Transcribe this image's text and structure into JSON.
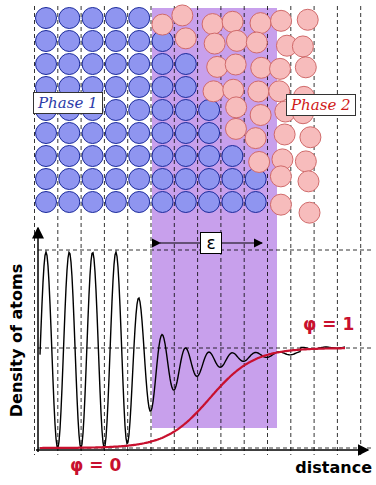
{
  "diagram": {
    "nodes": [
      {
        "text": [
          "Phase 1"
        ]
      },
      {
        "text": [
          "Phase 2"
        ]
      }
    ],
    "labels": [
      "ε",
      "Density of atoms",
      "distance",
      "φ = 0",
      "φ = 1"
    ]
  }
}
